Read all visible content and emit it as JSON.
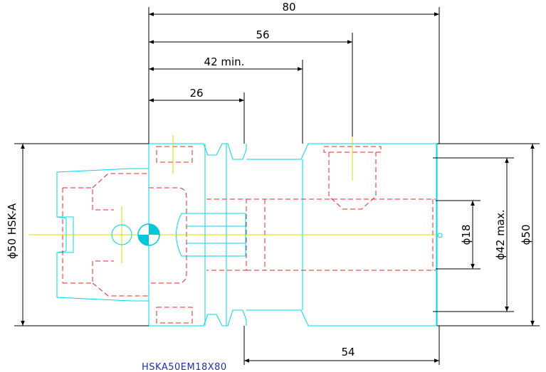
{
  "drawing": {
    "part_code": "HSKA50EM18X80",
    "dimensions": {
      "total_length": "80",
      "length_56": "56",
      "min_length": "42 min.",
      "flange_length": "26",
      "bore_length": "54",
      "hsk_diameter": "ϕ50 HSK-A",
      "bore_diameter": "ϕ18",
      "max_diameter": "ϕ42 max.",
      "outer_diameter": "ϕ50"
    },
    "colors": {
      "outline": "#00d8e6",
      "hidden": "#e0282c",
      "centerline": "#d8d800",
      "dimension": "#000000",
      "label": "#1f2fb0"
    }
  }
}
